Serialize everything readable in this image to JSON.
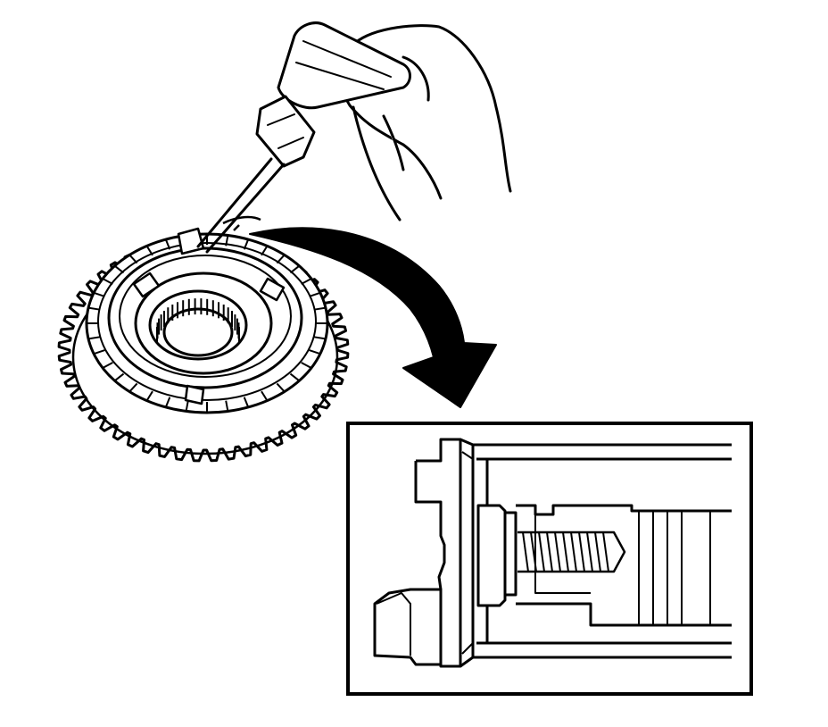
{
  "figure": {
    "style": "line-art technical illustration",
    "stroke_color": "#000000",
    "background_color": "#ffffff",
    "parts": {
      "hand": "hand-icon",
      "screwdriver": "screwdriver-icon",
      "synchronizer_assembly": "synchronizer-gear-icon",
      "indicator_arrow": "curved-arrow-icon",
      "detail_inset": "cross-section-detail-icon"
    },
    "gear_teeth_count": 52,
    "needle_bearing_count": 22
  }
}
